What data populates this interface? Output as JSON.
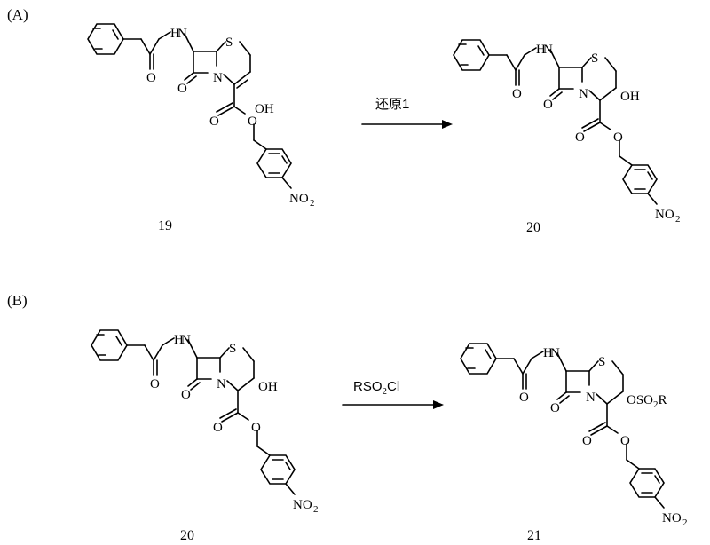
{
  "panels": [
    {
      "label": "(A)",
      "reactant_number": "19",
      "product_number": "20",
      "reagent": "还原1",
      "reactant_substituent": "OH",
      "product_substituent": "OH"
    },
    {
      "label": "(B)",
      "reactant_number": "20",
      "product_number": "21",
      "reagent_main": "RSO",
      "reagent_sub": "2",
      "reagent_tail": "Cl",
      "reactant_substituent": "OH",
      "product_substituent_main": "OSO",
      "product_substituent_sub": "2",
      "product_substituent_tail": "R"
    }
  ],
  "atoms": {
    "nh": "H",
    "n": "N",
    "s": "S",
    "o": "O",
    "nitro_main": "NO",
    "nitro_sub": "2"
  }
}
